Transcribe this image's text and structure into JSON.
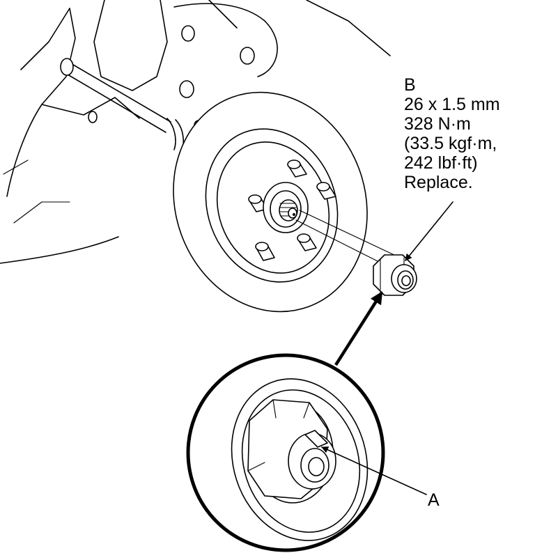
{
  "callout_b": {
    "letter": "B",
    "size": "26 x 1.5 mm",
    "torque_nm": "328 N·m",
    "torque_kgfm": "(33.5 kgf·m,",
    "torque_lbfft": "242 lbf·ft)",
    "note": "Replace."
  },
  "callout_a": {
    "letter": "A"
  },
  "colors": {
    "line": "#000000",
    "background": "#ffffff"
  }
}
